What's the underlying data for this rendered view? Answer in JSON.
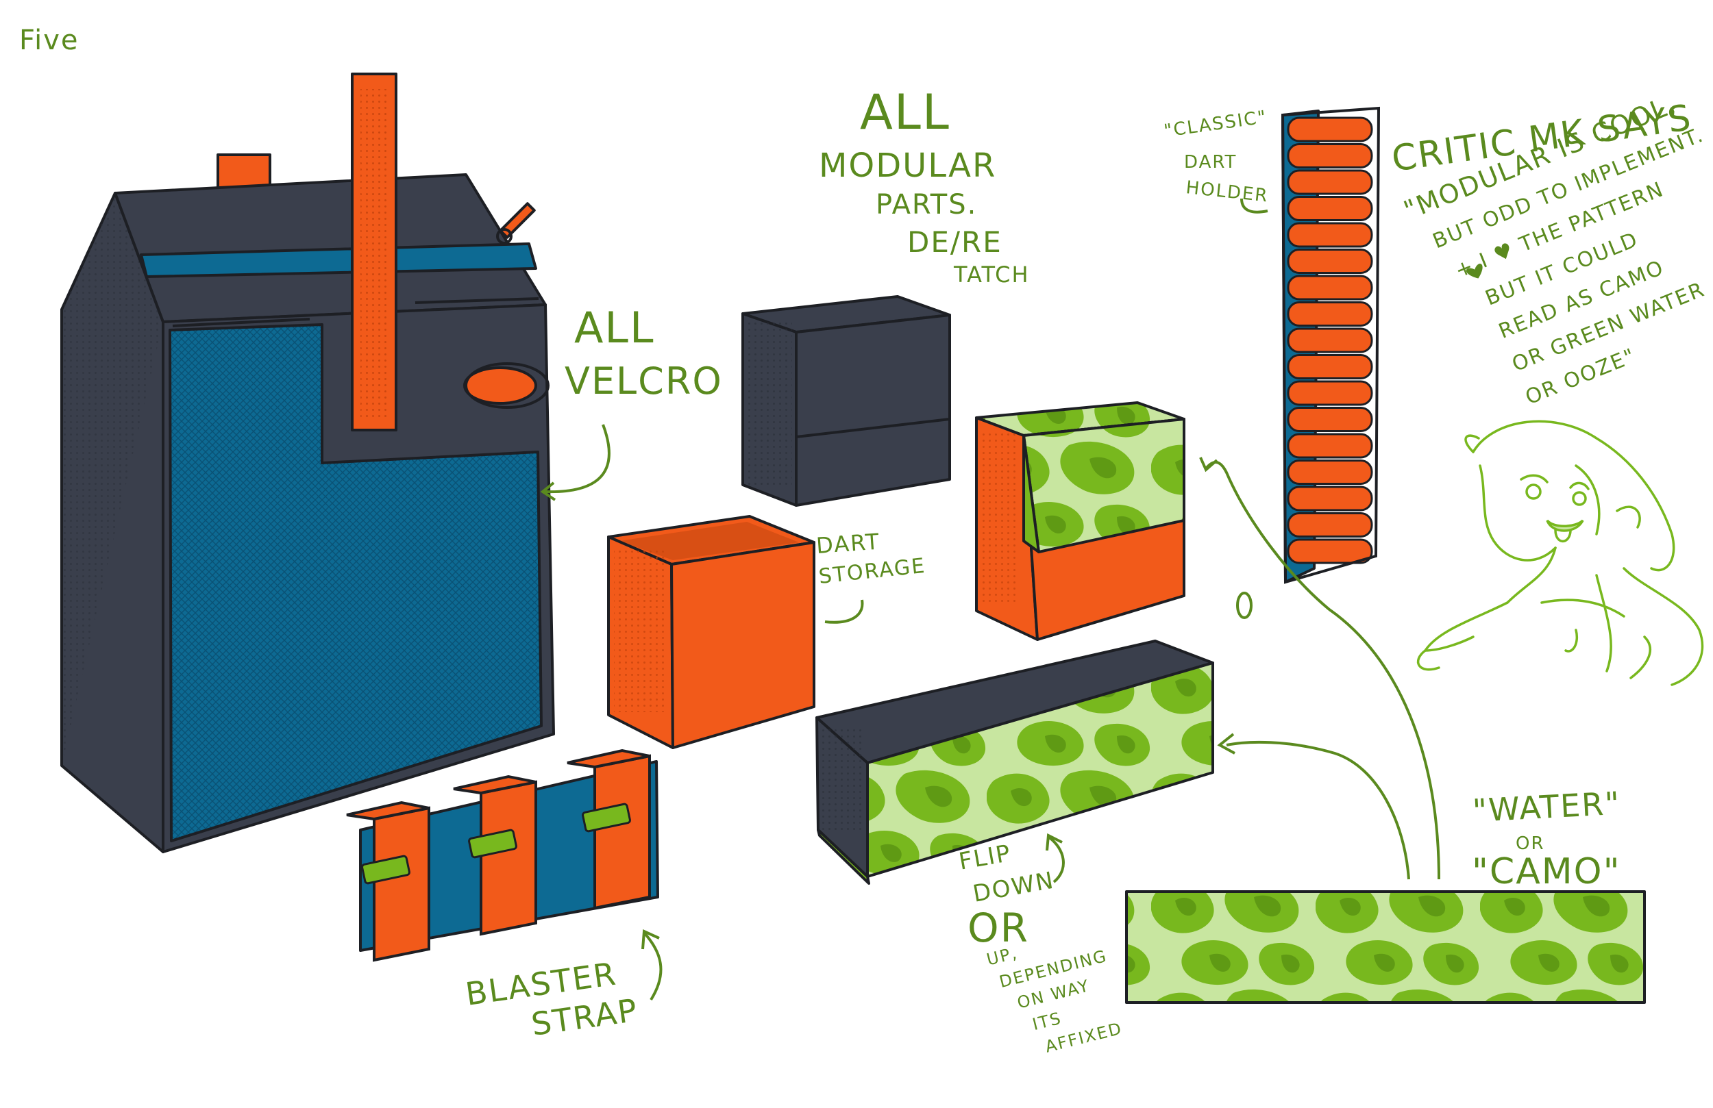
{
  "page": {
    "label": "Five"
  },
  "annotations": {
    "velcro_line1": "ALL",
    "velcro_line2": "VELCRO",
    "modular_line1": "ALL",
    "modular_line2": "MODULAR",
    "modular_line3": "PARTS.",
    "modular_line4": "DE/RE",
    "modular_line5": "TATCH",
    "dart_storage_line1": "DART",
    "dart_storage_line2": "STORAGE",
    "classic_line1": "\"CLASSIC\"",
    "classic_line2": "DART",
    "classic_line3": "HOLDER",
    "critic_title": "CRITIC MK SAYS",
    "critic_line1": "\"MODULAR IS COOL,",
    "critic_line2": "BUT ODD TO IMPLEMENT.",
    "critic_line3": "+ I ♥ THE PATTERN",
    "critic_line4": "BUT IT COULD",
    "critic_line5": "READ AS CAMO",
    "critic_line6": "OR GREEN WATER",
    "critic_line7": "OR OOZE\"",
    "water_line1": "\"WATER\"",
    "water_line2": "OR",
    "water_line3": "\"CAMO\"",
    "flip_line1": "FLIP",
    "flip_line2": "DOWN",
    "flip_line3": "OR",
    "flip_line4": "UP,",
    "flip_line5": "DEPENDING",
    "flip_line6": "ON WAY",
    "flip_line7": "ITS",
    "flip_line8": "AFFIXED",
    "strap_line1": "BLASTER",
    "strap_line2": "STRAP"
  },
  "colors": {
    "navy": "#3a3f4c",
    "blue": "#0d6a93",
    "orange": "#f25a1a",
    "green": "#78b81e",
    "green_light": "#c8e6a0",
    "ink_green": "#5a8a1e",
    "outline": "#1d1f24"
  },
  "icons": [
    "heart-icon",
    "zipper-pull-icon"
  ]
}
